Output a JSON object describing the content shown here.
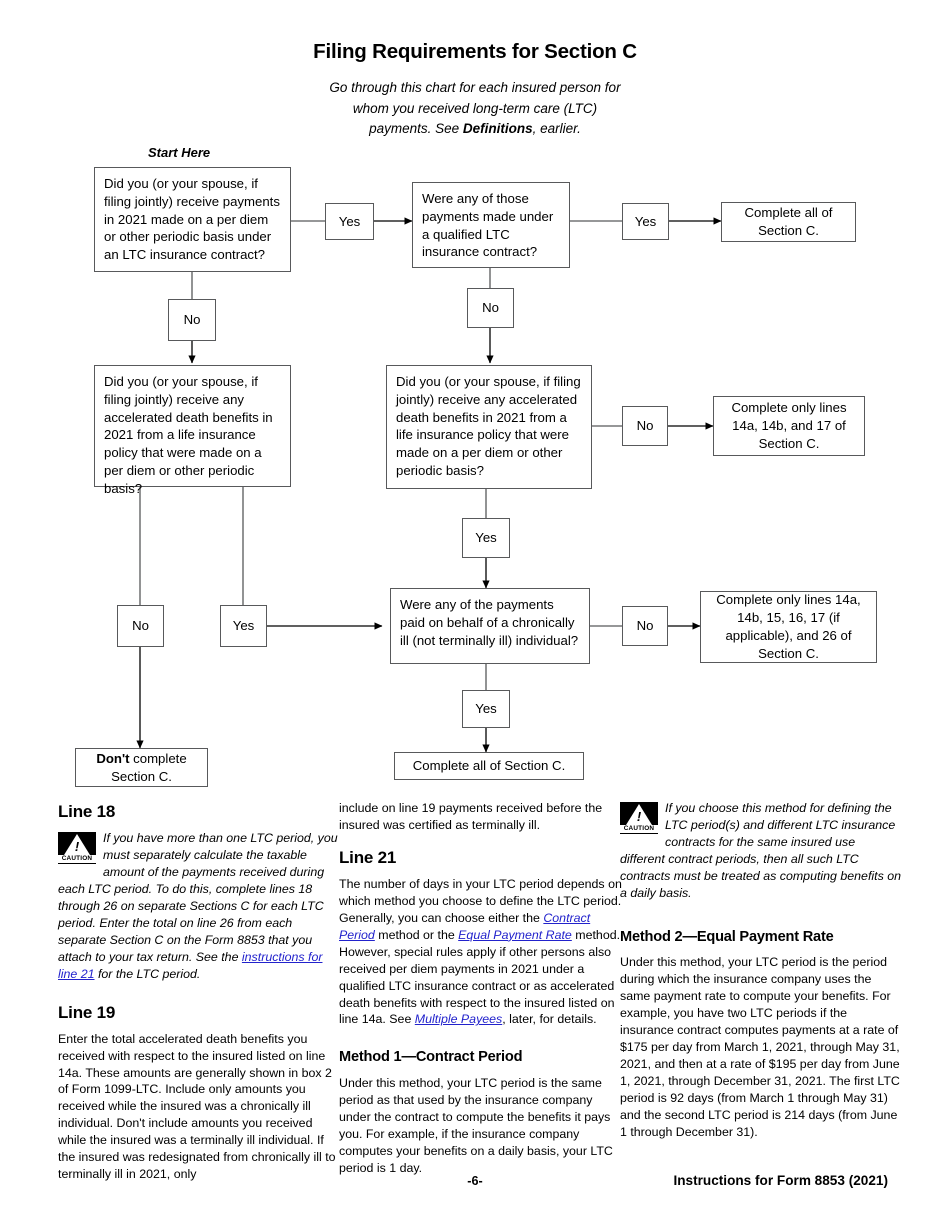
{
  "header": {
    "title": "Filing Requirements for Section C",
    "subtitle_1": "Go through this chart for each insured person for",
    "subtitle_2": "whom you received long-term care (LTC)",
    "subtitle_3_pre": "payments. See ",
    "subtitle_3_bold": "Definitions",
    "subtitle_3_post": ", earlier."
  },
  "flowchart": {
    "start_label": "Start Here",
    "q1": "Did you (or your spouse, if filing jointly) receive payments in 2021 made on a per diem or other periodic basis under an LTC insurance contract?",
    "q1_yes": "Yes",
    "q1_no": "No",
    "q2": "Were any of those payments made under a qualified LTC insurance contract?",
    "q2_yes": "Yes",
    "q2_no": "No",
    "t1": "Complete all of Section C.",
    "q3": "Did you (or your spouse, if filing jointly) receive any accelerated death benefits in 2021 from a life insurance policy that were made on a per diem or other periodic basis?",
    "q3_no": "No",
    "q3_yes": "Yes",
    "q4": "Did you (or your spouse, if filing jointly) receive any accelerated death benefits in 2021 from a life insurance policy that were made on a per diem or other periodic basis?",
    "q4_no": "No",
    "q4_yes": "Yes",
    "t2": "Complete only lines 14a, 14b, and 17 of Section C.",
    "q5": "Were any of the payments paid on behalf of a chronically ill (not terminally ill) individual?",
    "q5_no": "No",
    "q5_yes": "Yes",
    "t3": "Complete only lines 14a, 14b, 15, 16, 17 (if applicable), and 26 of Section C.",
    "t4_bold": "Don't",
    "t4_rest": " complete Section C.",
    "t5": "Complete all of Section C."
  },
  "column1": {
    "line18_heading": "Line 18",
    "caution_word": "CAUTION",
    "caution_text_a": "If you have more than one LTC period, you must separately calculate the taxable amount of the payments received during each LTC period. To do this, complete lines 18 through 26 on separate Sections C for each LTC period. Enter the total on line 26 from each separate Section C on the Form 8853 that you attach to your tax return. See the ",
    "caution_link": "instructions for line 21",
    "caution_text_b": " for the LTC period.",
    "line19_heading": "Line 19",
    "line19_text": "Enter the total accelerated death benefits you received with respect to the insured listed on line 14a. These amounts are generally shown in box 2 of Form 1099-LTC. Include only amounts you received while the insured was a chronically ill individual. Don't include amounts you received while the insured was a terminally ill individual. If the insured was redesignated from chronically ill to terminally ill in 2021, only"
  },
  "column2": {
    "continued_text": "include on line 19 payments received before the insured was certified as terminally ill.",
    "line21_heading": "Line 21",
    "line21_a": "The number of days in your LTC period depends on which method you choose to define the LTC period. Generally, you can choose either the ",
    "line21_link1": "Contract Period",
    "line21_b": " method or the ",
    "line21_link2": "Equal Payment Rate",
    "line21_c": " method. However, special rules apply if other persons also received per diem payments in 2021 under a qualified LTC insurance contract or as accelerated death benefits with respect to the insured listed on line 14a. See ",
    "line21_link3": "Multiple Payees",
    "line21_d": ", later, for details.",
    "method1_heading": "Method 1—Contract Period",
    "method1_text": "Under this method, your LTC period is the same period as that used by the insurance company under the contract to compute the benefits it pays you. For example, if the insurance company computes your benefits on a daily basis, your LTC period is 1 day."
  },
  "column3": {
    "caution_word": "CAUTION",
    "caution_text": "If you choose this method for defining the LTC period(s) and different LTC insurance contracts for the same insured use different contract periods, then all such LTC contracts must be treated as computing benefits on a daily basis.",
    "method2_heading": "Method 2—Equal Payment Rate",
    "method2_text": "Under this method, your LTC period is the period during which the insurance company uses the same payment rate to compute your benefits. For example, you have two LTC periods if the insurance contract computes payments at a rate of $175 per day from March 1, 2021, through May 31, 2021, and then at a rate of $195 per day from June 1, 2021, through December 31, 2021. The first LTC period is 92 days (from March 1 through May 31) and the second LTC period is 214 days (from June 1 through December 31)."
  },
  "footer": {
    "page_number": "-6-",
    "form_label": "Instructions for Form 8853 (2021)"
  }
}
